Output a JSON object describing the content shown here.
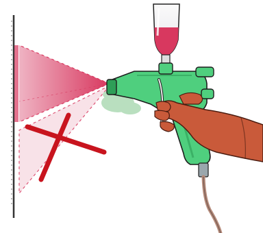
{
  "illustration": {
    "subject": "spray-gun-angle-technique",
    "colors": {
      "paint": "#d8385f",
      "paint_light": "#efb3c3",
      "mist": "#a8d8b0",
      "gun_body": "#4fcf7e",
      "gun_shadow": "#2e9e57",
      "cup_glass": "#f4f2f6",
      "skin": "#c95a3a",
      "cross": "#c8141e",
      "wall": "#333333",
      "hose": "#b58a7a"
    },
    "correct_angle": "perpendicular",
    "incorrect_angle": "tilted",
    "paint_cup_fill": 0.6
  }
}
